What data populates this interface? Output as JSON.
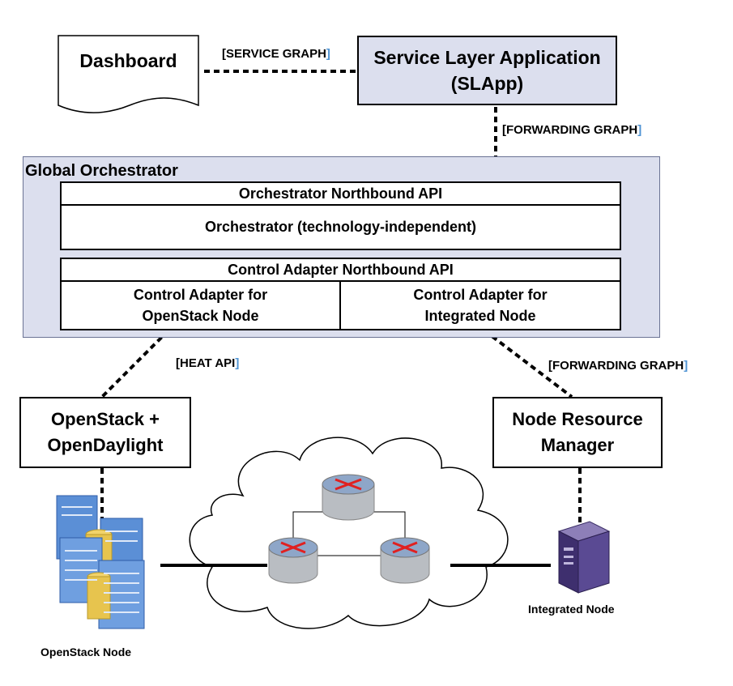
{
  "dashboard": {
    "label": "Dashboard"
  },
  "slapp": {
    "line1": "Service Layer Application",
    "line2": "(SLApp)"
  },
  "links": {
    "service_graph": "SERVICE GRAPH",
    "forwarding_graph_top": "FORWARDING GRAPH",
    "heat_api": "HEAT API",
    "forwarding_graph_bottom": "FORWARDING GRAPH"
  },
  "global_orchestrator": {
    "title": "Global Orchestrator",
    "northbound_api": "Orchestrator Northbound API",
    "core": "Orchestrator (technology-independent)",
    "adapter_api": "Control Adapter Northbound API",
    "adapter_openstack": {
      "line1": "Control Adapter for",
      "line2": "OpenStack Node"
    },
    "adapter_integrated": {
      "line1": "Control Adapter for",
      "line2": "Integrated Node"
    }
  },
  "openstack_box": {
    "line1": "OpenStack +",
    "line2": "OpenDaylight"
  },
  "nrm_box": {
    "line1": "Node Resource",
    "line2": "Manager"
  },
  "nodes": {
    "openstack_node": "OpenStack Node",
    "integrated_node": "Integrated Node"
  },
  "colors": {
    "orchestrator_fill": "#dcdfee",
    "slapp_fill": "#dcdfee",
    "bracket_accent": "#4f94d4",
    "router_arrow": "#e02020",
    "server_blue": "#5b8fd6",
    "server_purple": "#4a3a7a"
  },
  "icons": [
    "server-rack-icon",
    "router-icon",
    "cloud-icon",
    "tower-server-icon"
  ]
}
